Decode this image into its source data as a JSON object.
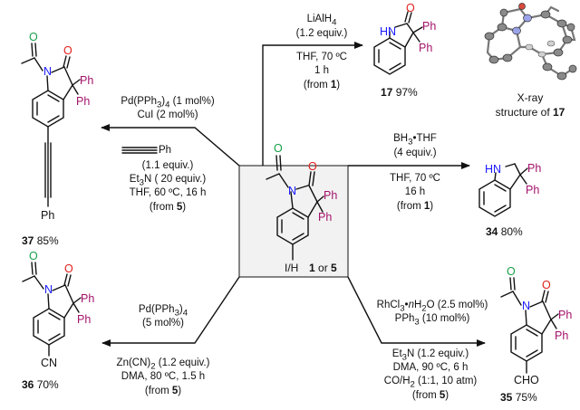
{
  "center": {
    "label_h": "I/H",
    "num_a": "1",
    "label_or": "or",
    "num_b": "5"
  },
  "colors": {
    "oxygen": "#e0201b",
    "carbon_substituent": "#a3126a",
    "nitrogen": "#1a1aff",
    "acetyl": "#19a04a",
    "box_fill": "#f2f2f2"
  },
  "reactions": {
    "r17": {
      "reagent": "LiAlH",
      "reagent_sub": "4",
      "equiv": "(1.2 equiv.)",
      "solvent": "THF,  70 ºC",
      "time": "1 h",
      "from_pre": "(from ",
      "from_num": "1",
      "from_post": ")"
    },
    "r34": {
      "reagent": "BH",
      "reagent_sub": "3",
      "reagent_post": "•THF",
      "equiv": "(4 equiv.)",
      "solvent": "THF, 70 ºC",
      "time": "16 h",
      "from_pre": "(from ",
      "from_num": "1",
      "from_post": ")"
    },
    "r37": {
      "cat1_pre": "Pd(PPh",
      "cat1_sub": "3",
      "cat1_post": ")",
      "cat1_sub2": "4",
      "cat1_amt": " (1 mol%)",
      "cat2": "CuI (2 mol%)",
      "alkyne_ph": "Ph",
      "alkyne_equiv": "(1.1 equiv.)",
      "base_pre": "Et",
      "base_sub": "3",
      "base_post": "N ( 20 equiv.)",
      "solvent": "THF, 60 ºC, 16 h",
      "from_pre": "(from ",
      "from_num": "5",
      "from_post": ")"
    },
    "r36": {
      "cat_pre": "Pd(PPh",
      "cat_sub": "3",
      "cat_post": ")",
      "cat_sub2": "4",
      "cat_amt": "(5 mol%)",
      "cn_pre": "Zn(CN)",
      "cn_sub": "2",
      "cn_post": " (1.2 equiv.)",
      "solvent": "DMA, 80 ºC, 1.5 h",
      "from_pre": "(from ",
      "from_num": "5",
      "from_post": ")"
    },
    "r35": {
      "cat_pre": "RhCl",
      "cat_sub": "3",
      "cat_mid": "•",
      "cat_n": "n",
      "cat_h2o": "H",
      "cat_h2o_sub": "2",
      "cat_post": "O (2.5 mol%)",
      "lig_pre": "PPh",
      "lig_sub": "3",
      "lig_post": " (10 mol%)",
      "base_pre": "Et",
      "base_sub": "3",
      "base_post": "N (1.2 equiv.)",
      "solvent": "DMA, 90 ºC, 6 h",
      "gas_pre": "CO/H",
      "gas_sub": "2",
      "gas_post": " (1:1, 10 atm)",
      "from_pre": "(from ",
      "from_num": "5",
      "from_post": ")"
    }
  },
  "products": {
    "p17": {
      "num": "17",
      "yield": " 97%"
    },
    "p34": {
      "num": "34",
      "yield": " 80%"
    },
    "p37": {
      "num": "37",
      "yield": " 85%"
    },
    "p36": {
      "num": "36",
      "yield": " 70%"
    },
    "p35": {
      "num": "35",
      "yield": " 75%"
    }
  },
  "xray": {
    "line1": "X-ray",
    "line2_pre": "structure of ",
    "line2_num": "17"
  },
  "atoms": {
    "O": "O",
    "N": "N",
    "HN": "HN",
    "Ph": "Ph",
    "CN": "CN",
    "CHO": "CHO"
  }
}
